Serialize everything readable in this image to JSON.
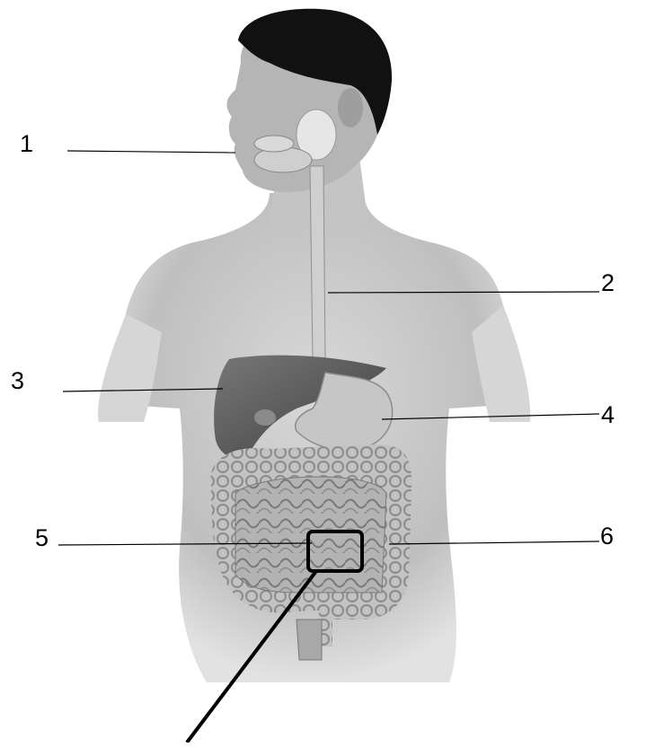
{
  "diagram": {
    "labels": {
      "n1": "1",
      "n2": "2",
      "n3": "3",
      "n4": "4",
      "n5": "5",
      "n6": "6"
    },
    "colors": {
      "background": "#ffffff",
      "skin": "#c9c9c9",
      "hair": "#111111",
      "liver": "#5c5c5c",
      "stomach": "#bdbdbd",
      "intestine": "#a9a9a9",
      "line": "#000000"
    }
  }
}
